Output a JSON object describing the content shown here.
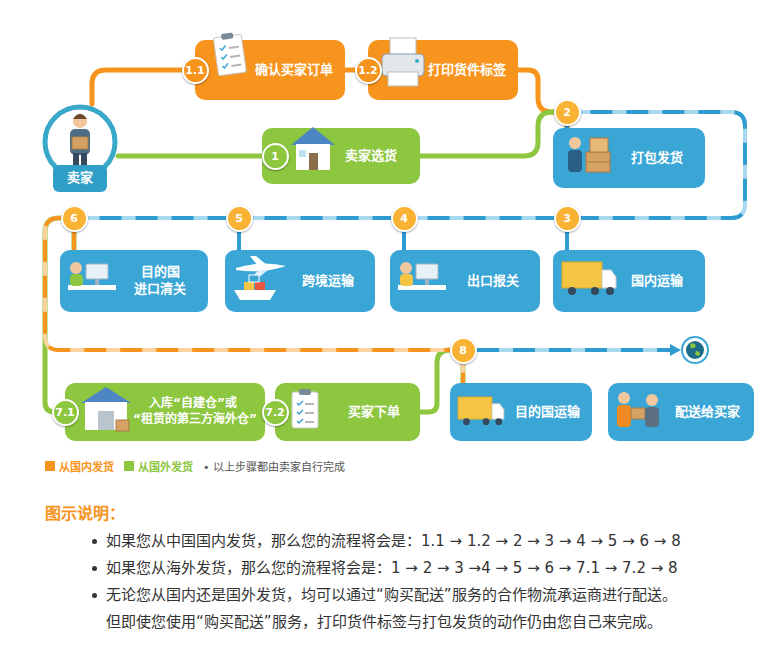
{
  "diagram": {
    "nodes": [
      {
        "text": [
          "卖家"
        ]
      },
      {
        "text": [
          "确认买家订单"
        ]
      },
      {
        "text": [
          "打印货件标签"
        ]
      },
      {
        "text": [
          "卖家选货"
        ]
      },
      {
        "text": [
          "打包发货"
        ]
      },
      {
        "text": [
          "国内运输"
        ]
      },
      {
        "text": [
          "出口报关"
        ]
      },
      {
        "text": [
          "跨境运输"
        ]
      },
      {
        "text": [
          "目的国 进口清关"
        ]
      },
      {
        "text": [
          "入库“自建仓”或 “租赁的第三方海外仓”"
        ]
      },
      {
        "text": [
          "买家下单"
        ]
      },
      {
        "text": [
          "目的国运输"
        ]
      },
      {
        "text": [
          "配送给买家"
        ]
      }
    ],
    "edges": [
      {
        "from": 0,
        "to": 1,
        "arrow": "none"
      },
      {
        "from": 1,
        "to": 2,
        "arrow": "none"
      },
      {
        "from": 2,
        "to": 4,
        "arrow": "none"
      },
      {
        "from": 0,
        "to": 3,
        "arrow": "none"
      },
      {
        "from": 3,
        "to": 4,
        "arrow": "none"
      },
      {
        "from": 4,
        "to": 5,
        "arrow": "none"
      },
      {
        "from": 5,
        "to": 6,
        "arrow": "none"
      },
      {
        "from": 6,
        "to": 7,
        "arrow": "none"
      },
      {
        "from": 7,
        "to": 8,
        "arrow": "none"
      },
      {
        "from": 8,
        "to": 9,
        "arrow": "none"
      },
      {
        "from": 9,
        "to": 10,
        "arrow": "none"
      },
      {
        "from": 10,
        "to": 11,
        "arrow": "none"
      },
      {
        "from": 8,
        "to": 11,
        "arrow": "none"
      }
    ],
    "labels": [
      "1.1",
      "1.2",
      "1",
      "2",
      "3",
      "4",
      "5",
      "6",
      "7.1",
      "7.2",
      "8",
      "• 以上步骤都由卖家自行完成",
      "图示说明：",
      "如果您从中国国内发货，那么您的流程将会是：1.1 → 1.2 → 2 → 3 → 4 → 5 → 6 → 8",
      "如果您从海外发货，那么您的流程将会是：1 → 2 → 3 →4 → 5 → 6 → 7.1 → 7.2 → 8",
      "无论您从国内还是国外发货，均可以通过“购买配送”服务的合作物流承运商进行配送。 但即使您使用“购买配送”服务，打印货件标签与打包发货的动作仍由您自己来完成。"
    ],
    "legend": [
      {
        "text": "从国内发货",
        "color": "#f7941d"
      },
      {
        "text": "从国外发货",
        "color": "#8dc63f"
      }
    ]
  }
}
